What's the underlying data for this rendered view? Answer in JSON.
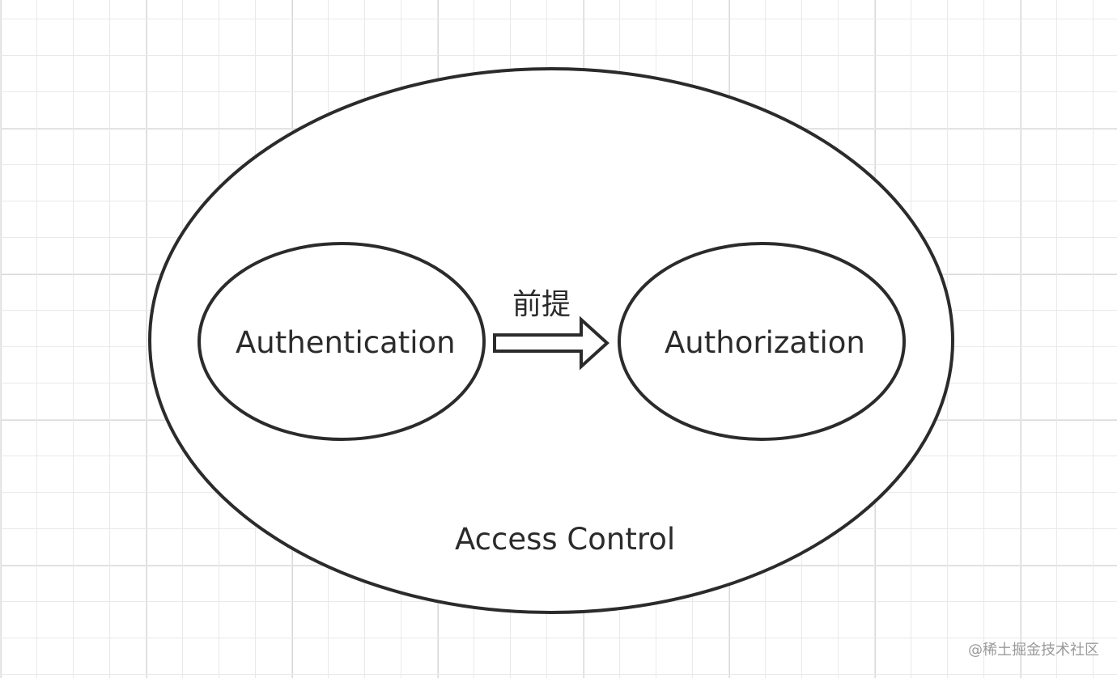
{
  "diagram": {
    "outer_label": "Access Control",
    "left_node_label": "Authentication",
    "right_node_label": "Authorization",
    "arrow_label": "前提",
    "watermark": "@稀土掘金技术社区"
  },
  "colors": {
    "stroke": "#2b2b2b",
    "grid_minor": "#e9e9e9",
    "grid_major": "#d9d9d9",
    "watermark": "#9a9a9a"
  }
}
